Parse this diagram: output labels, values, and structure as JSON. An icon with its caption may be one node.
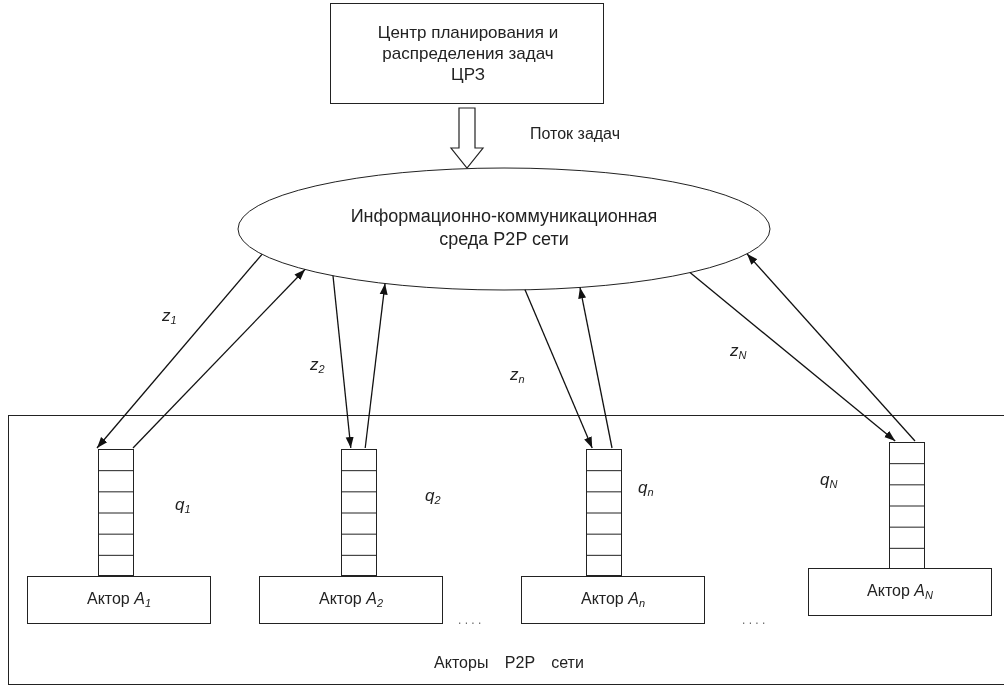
{
  "diagram": {
    "nodes": [
      {
        "text": [
          "Центр планирования и распределения задач ЦРЗ"
        ]
      },
      {
        "text": [
          "Информационно-коммуникационная среда P2P сети"
        ]
      },
      {
        "text": [
          "Акторы P2P сети"
        ]
      },
      {
        "text": [],
        "shape": "box",
        "in": 2,
        "beside": [
          "q$_{1}$"
        ]
      },
      {
        "text": [],
        "shape": "box",
        "in": 2,
        "beside": [
          "q$_{2}$"
        ]
      },
      {
        "text": [],
        "shape": "box",
        "in": 2,
        "beside": [
          "q$_{n}$"
        ]
      },
      {
        "text": [],
        "shape": "box",
        "in": 2,
        "beside": [
          "q$_{N}$"
        ]
      },
      {
        "text": [
          "Актор *A*$_{1}$"
        ],
        "in": 2
      },
      {
        "text": [
          "Актор *A*$_{2}$"
        ],
        "in": 2
      },
      {
        "text": [
          "Актор *A*$_{n}$"
        ],
        "in": 2
      },
      {
        "text": [
          "Актор *A*$_{N}$"
        ],
        "in": 2
      }
    ],
    "edges": [
      {
        "from": 0,
        "to": 1,
        "arrow": "to",
        "style": "thick",
        "label": "Поток задач"
      },
      {
        "from": 1,
        "to": 3,
        "arrow": "to",
        "label": "z$_{1}$"
      },
      {
        "from": 3,
        "to": 1,
        "arrow": "to"
      },
      {
        "from": 1,
        "to": 4,
        "arrow": "to",
        "label": "z$_{2}$"
      },
      {
        "from": 4,
        "to": 1,
        "arrow": "to"
      },
      {
        "from": 1,
        "to": 5,
        "arrow": "to",
        "label": "z$_{n}$"
      },
      {
        "from": 5,
        "to": 1,
        "arrow": "to"
      },
      {
        "from": 1,
        "to": 6,
        "arrow": "to",
        "label": "z$_{N}$"
      },
      {
        "from": 6,
        "to": 1,
        "arrow": "to"
      }
    ],
    "labels": [
      ". . . .",
      ". . . ."
    ]
  }
}
